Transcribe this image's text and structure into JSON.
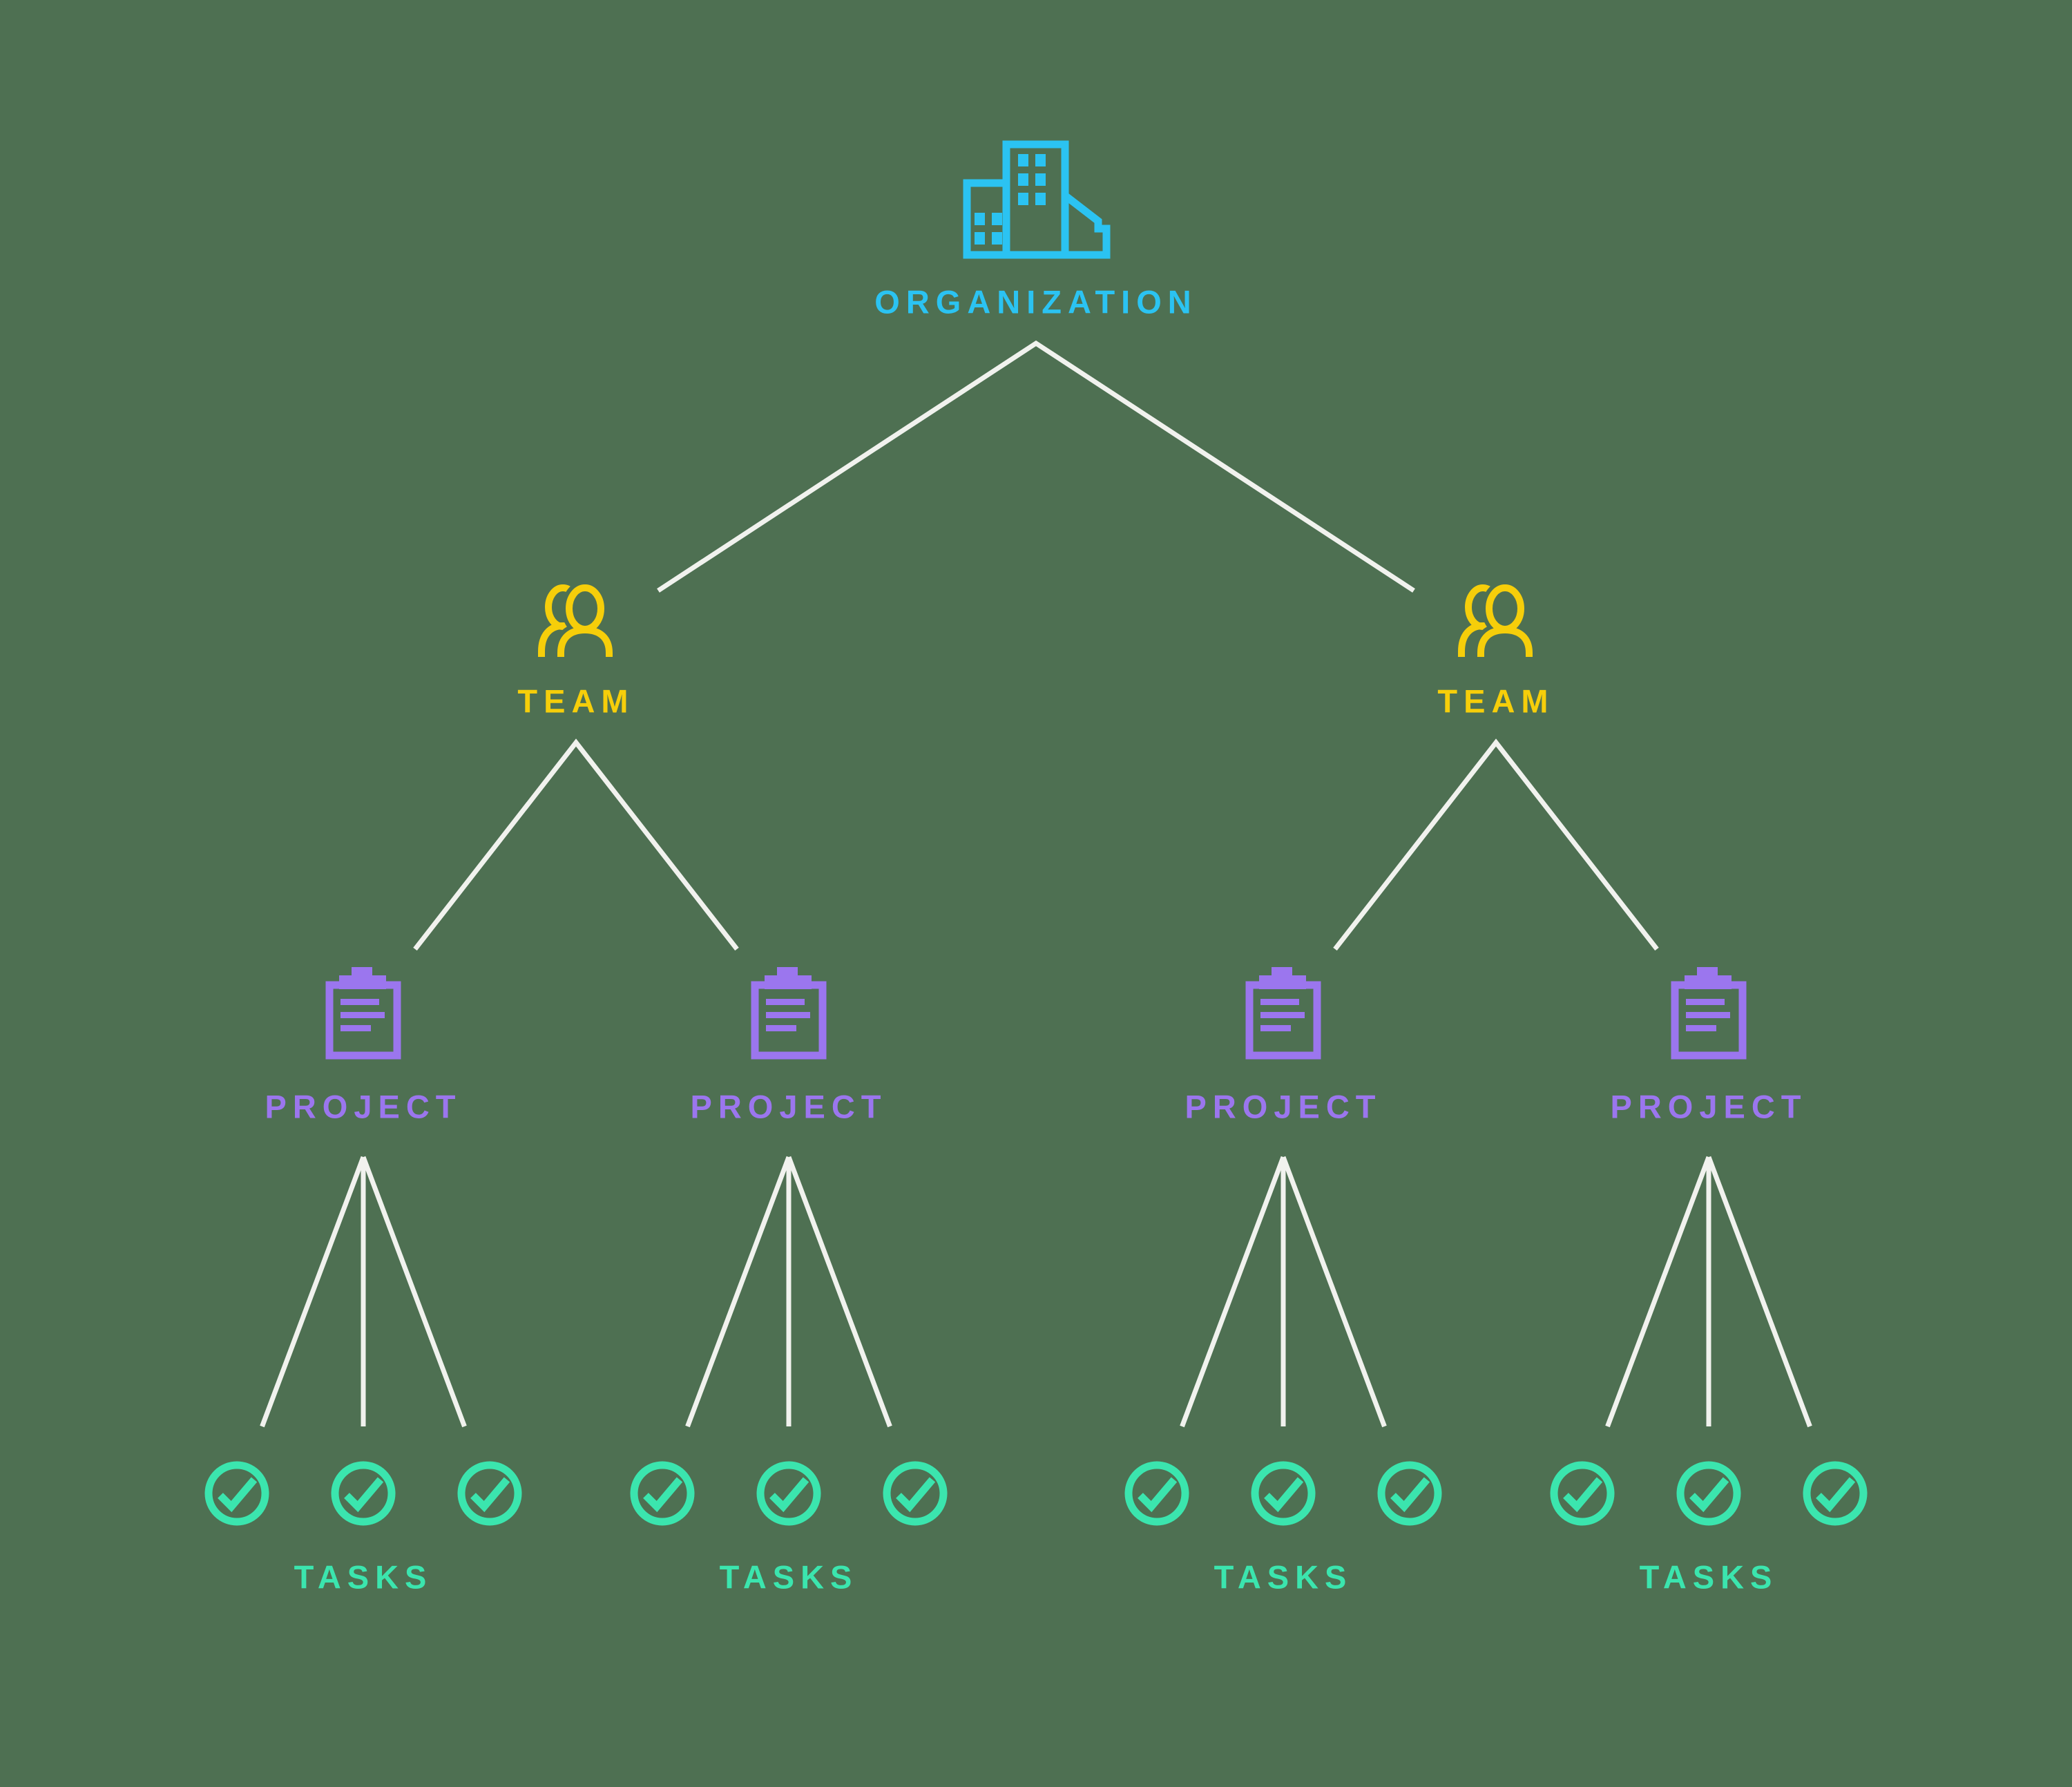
{
  "diagram": {
    "background_color": "#4E7052",
    "connector_color": "#F1F2EE",
    "levels": {
      "organization_color": "#2BC3F2",
      "team_color": "#F6CE0A",
      "project_color": "#9B76EE",
      "task_color": "#3BE5AE"
    },
    "tree": {
      "label": "ORGANIZATION",
      "icon": "building-icon",
      "color": "#2BC3F2",
      "children": [
        {
          "label": "TEAM",
          "icon": "people-icon",
          "color": "#F6CE0A",
          "children": [
            {
              "label": "PROJECT",
              "icon": "clipboard-icon",
              "color": "#9B76EE",
              "children": [
                {
                  "label": "TASKS",
                  "icon": "check-circle-icon",
                  "color": "#3BE5AE",
                  "task_count": 3
                }
              ]
            },
            {
              "label": "PROJECT",
              "icon": "clipboard-icon",
              "color": "#9B76EE",
              "children": [
                {
                  "label": "TASKS",
                  "icon": "check-circle-icon",
                  "color": "#3BE5AE",
                  "task_count": 3
                }
              ]
            }
          ]
        },
        {
          "label": "TEAM",
          "icon": "people-icon",
          "color": "#F6CE0A",
          "children": [
            {
              "label": "PROJECT",
              "icon": "clipboard-icon",
              "color": "#9B76EE",
              "children": [
                {
                  "label": "TASKS",
                  "icon": "check-circle-icon",
                  "color": "#3BE5AE",
                  "task_count": 3
                }
              ]
            },
            {
              "label": "PROJECT",
              "icon": "clipboard-icon",
              "color": "#9B76EE",
              "children": [
                {
                  "label": "TASKS",
                  "icon": "check-circle-icon",
                  "color": "#3BE5AE",
                  "task_count": 3
                }
              ]
            }
          ]
        }
      ]
    }
  }
}
